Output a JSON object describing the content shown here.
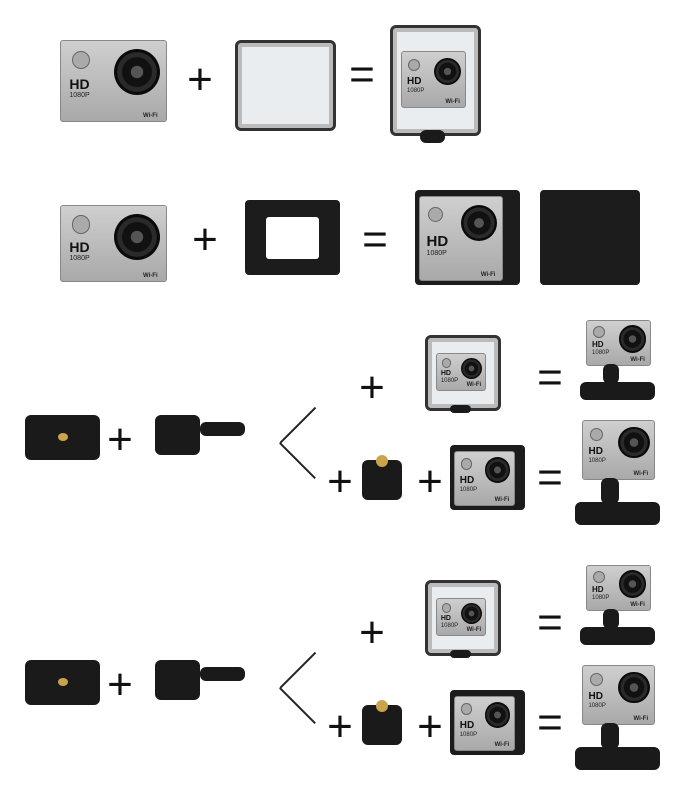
{
  "symbols": {
    "plus": "+",
    "equals": "="
  },
  "camera": {
    "brand": "HD",
    "resolution": "1080P",
    "wifi": "Wi-Fi"
  }
}
